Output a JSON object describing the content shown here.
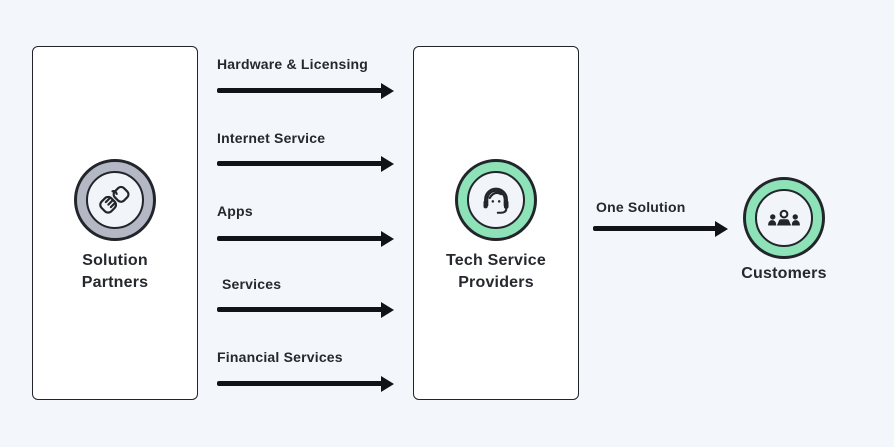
{
  "diagram": {
    "nodes": {
      "solution_partners": {
        "label": "Solution Partners",
        "icon": "handshake-icon",
        "ring_color": "#b4b8c4"
      },
      "tech_service_providers": {
        "label": "Tech Service Providers",
        "icon": "headset-agent-icon",
        "ring_color": "#8de2b8"
      },
      "customers": {
        "label": "Customers",
        "icon": "people-group-icon",
        "ring_color": "#8de2b8"
      }
    },
    "flows": [
      {
        "label": "Hardware & Licensing"
      },
      {
        "label": "Internet Service"
      },
      {
        "label": "Apps"
      },
      {
        "label": "Services"
      },
      {
        "label": "Financial Services"
      }
    ],
    "output_flow": {
      "label": "One Solution"
    },
    "colors": {
      "background": "#f3f6fa",
      "node_fill": "#ffffff",
      "outline": "#21242a",
      "arrow": "#111318",
      "text": "#25282d",
      "green_accent": "#8de2b8",
      "gray_accent": "#b4b8c4",
      "icon_inner_fill": "#f1f5f9"
    }
  }
}
